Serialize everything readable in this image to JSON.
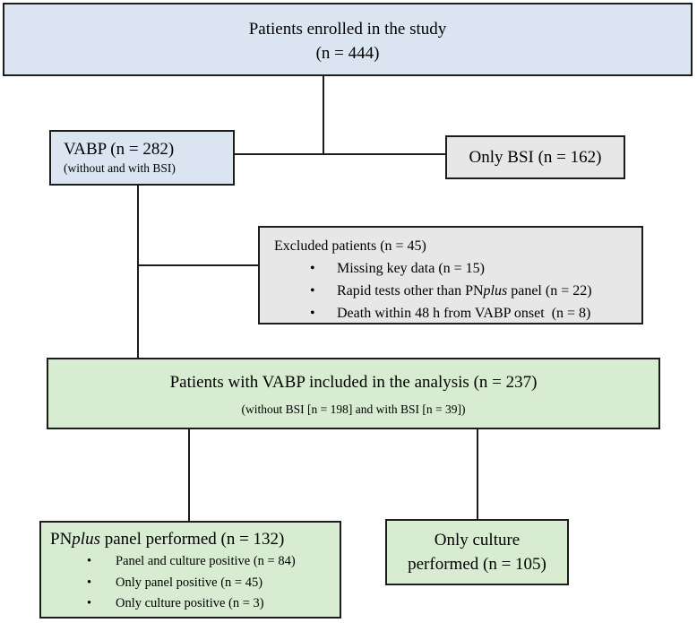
{
  "ui": {
    "bullet": "•"
  },
  "colors": {
    "box-blue": "#dbe5f2",
    "box-gray": "#e8e7e7",
    "box-green": "#d8ecd2",
    "line": "#1c1c1c",
    "page": "#ffffff"
  },
  "boxes": {
    "enrolled": {
      "line1": "Patients enrolled in the study",
      "line2": "(n = 444)"
    },
    "vabp": {
      "title": "VABP (n = 282)",
      "subtitle": "(without and with BSI)"
    },
    "only_bsi": {
      "title": "Only BSI (n = 162)"
    },
    "excluded": {
      "title": "Excluded patients (n = 45)",
      "bullet1": "Missing key data (n = 15)",
      "bullet2_pre": "Rapid tests other than PN",
      "bullet2_italic": "plus",
      "bullet2_post": " panel (n = 22)",
      "bullet3": "Death within 48 h from VABP onset  (n = 8)"
    },
    "analysis": {
      "title": "Patients with VABP included in the analysis (n = 237)",
      "subtitle": "(without BSI [n = 198] and with BSI [n = 39])"
    },
    "panel": {
      "title_pre": "PN",
      "title_italic": "plus",
      "title_post": " panel performed (n = 132)",
      "bullet1": "Panel and culture positive (n = 84)",
      "bullet2": "Only panel positive (n = 45)",
      "bullet3": "Only culture positive (n = 3)"
    },
    "culture": {
      "line1": "Only culture",
      "line2": "performed (n = 105)"
    }
  }
}
